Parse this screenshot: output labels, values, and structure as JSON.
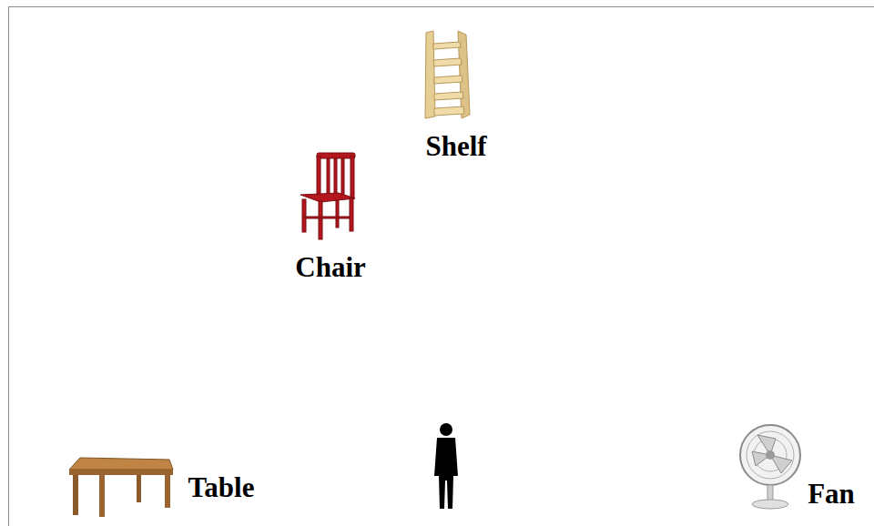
{
  "diagram": {
    "labels": [
      "Shelf",
      "Chair",
      "Table",
      "Fan"
    ]
  }
}
